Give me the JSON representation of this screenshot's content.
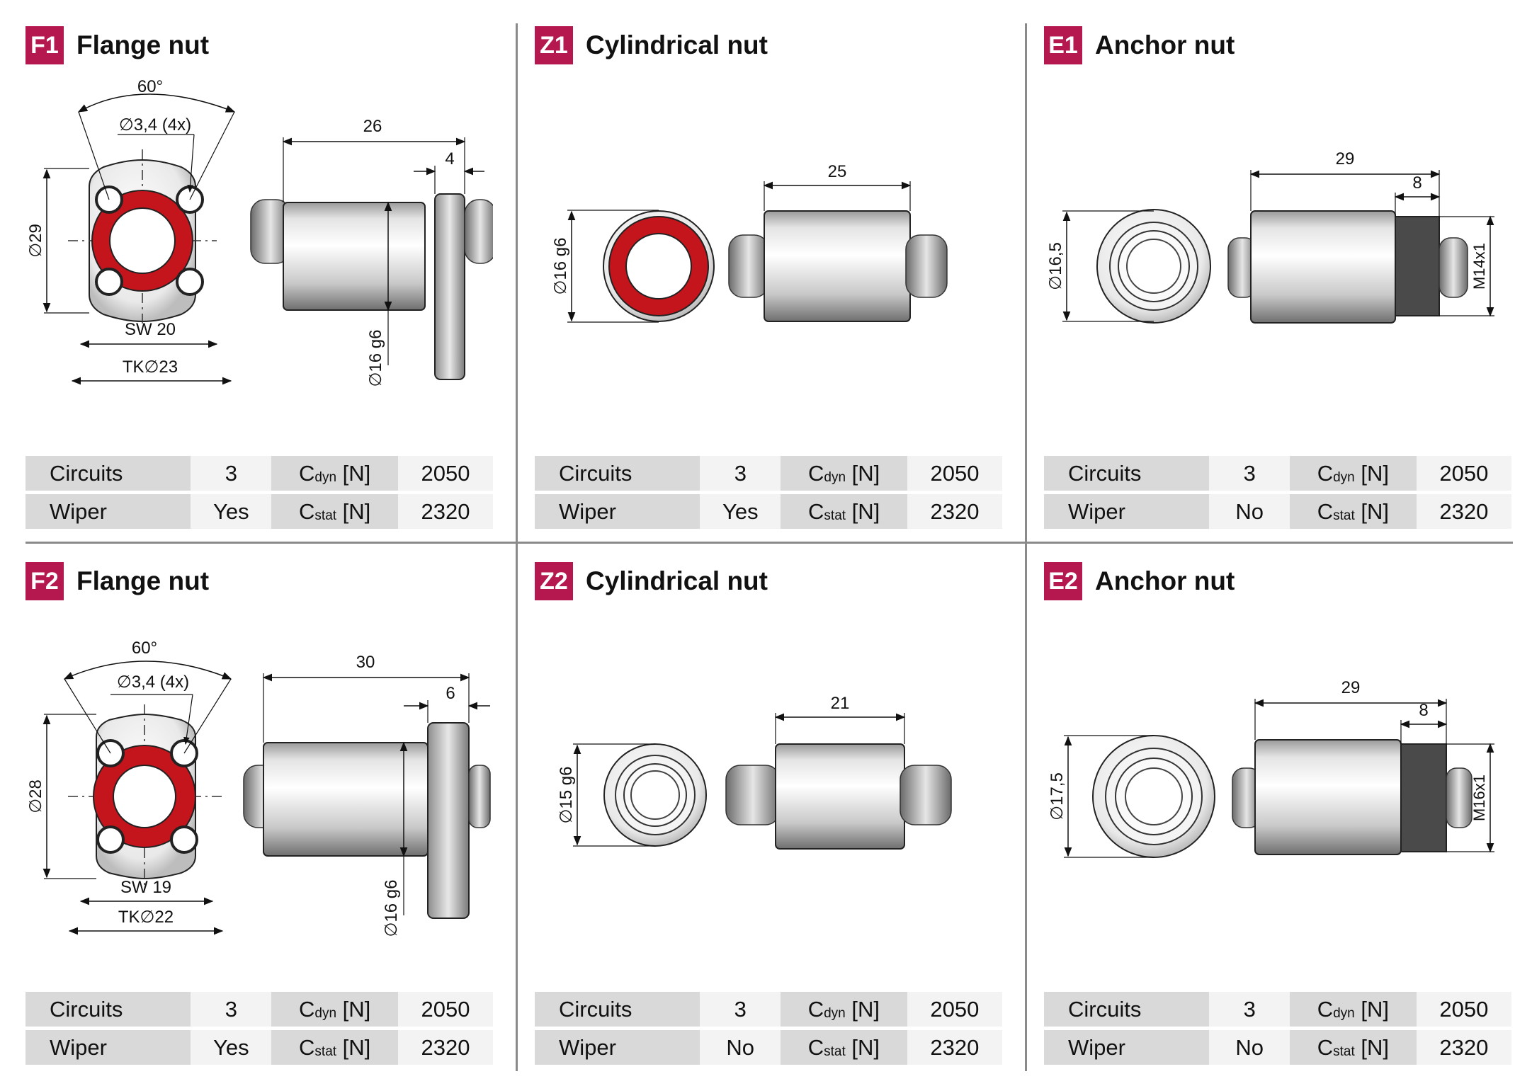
{
  "colors": {
    "accent": "#b5174f",
    "seal": "#c4141c",
    "label_bg": "#d9d9d9",
    "value_bg": "#f3f3f3",
    "divider": "#8a8a8a"
  },
  "panels": [
    {
      "code": "F1",
      "title": "Flange nut",
      "dims": {
        "angle": "60°",
        "holes": "∅3,4 (4x)",
        "height": "∅29",
        "sw": "SW 20",
        "tk": "TK∅23",
        "length": "26",
        "flange": "4",
        "bore": "∅16 g6"
      },
      "specs": {
        "circuits_label": "Circuits",
        "circuits": "3",
        "wiper_label": "Wiper",
        "wiper": "Yes",
        "cdyn_c": "C",
        "cdyn_sub": "dyn",
        "cdyn_unit": " [N]",
        "cdyn": "2050",
        "cstat_c": "C",
        "cstat_sub": "stat",
        "cstat_unit": " [N]",
        "cstat": "2320"
      }
    },
    {
      "code": "Z1",
      "title": "Cylindrical nut",
      "dims": {
        "dia": "∅16 g6",
        "length": "25"
      },
      "specs": {
        "circuits_label": "Circuits",
        "circuits": "3",
        "wiper_label": "Wiper",
        "wiper": "Yes",
        "cdyn_c": "C",
        "cdyn_sub": "dyn",
        "cdyn_unit": " [N]",
        "cdyn": "2050",
        "cstat_c": "C",
        "cstat_sub": "stat",
        "cstat_unit": " [N]",
        "cstat": "2320"
      }
    },
    {
      "code": "E1",
      "title": "Anchor nut",
      "dims": {
        "dia": "∅16,5",
        "length": "29",
        "thread_len": "8",
        "thread": "M14x1"
      },
      "specs": {
        "circuits_label": "Circuits",
        "circuits": "3",
        "wiper_label": "Wiper",
        "wiper": "No",
        "cdyn_c": "C",
        "cdyn_sub": "dyn",
        "cdyn_unit": " [N]",
        "cdyn": "2050",
        "cstat_c": "C",
        "cstat_sub": "stat",
        "cstat_unit": " [N]",
        "cstat": "2320"
      }
    },
    {
      "code": "F2",
      "title": "Flange nut",
      "dims": {
        "angle": "60°",
        "holes": "∅3,4 (4x)",
        "height": "∅28",
        "sw": "SW 19",
        "tk": "TK∅22",
        "length": "30",
        "flange": "6",
        "bore": "∅16 g6"
      },
      "specs": {
        "circuits_label": "Circuits",
        "circuits": "3",
        "wiper_label": "Wiper",
        "wiper": "Yes",
        "cdyn_c": "C",
        "cdyn_sub": "dyn",
        "cdyn_unit": " [N]",
        "cdyn": "2050",
        "cstat_c": "C",
        "cstat_sub": "stat",
        "cstat_unit": " [N]",
        "cstat": "2320"
      }
    },
    {
      "code": "Z2",
      "title": "Cylindrical nut",
      "dims": {
        "dia": "∅15 g6",
        "length": "21"
      },
      "specs": {
        "circuits_label": "Circuits",
        "circuits": "3",
        "wiper_label": "Wiper",
        "wiper": "No",
        "cdyn_c": "C",
        "cdyn_sub": "dyn",
        "cdyn_unit": " [N]",
        "cdyn": "2050",
        "cstat_c": "C",
        "cstat_sub": "stat",
        "cstat_unit": " [N]",
        "cstat": "2320"
      }
    },
    {
      "code": "E2",
      "title": "Anchor nut",
      "dims": {
        "dia": "∅17,5",
        "length": "29",
        "thread_len": "8",
        "thread": "M16x1"
      },
      "specs": {
        "circuits_label": "Circuits",
        "circuits": "3",
        "wiper_label": "Wiper",
        "wiper": "No",
        "cdyn_c": "C",
        "cdyn_sub": "dyn",
        "cdyn_unit": " [N]",
        "cdyn": "2050",
        "cstat_c": "C",
        "cstat_sub": "stat",
        "cstat_unit": " [N]",
        "cstat": "2320"
      }
    }
  ]
}
